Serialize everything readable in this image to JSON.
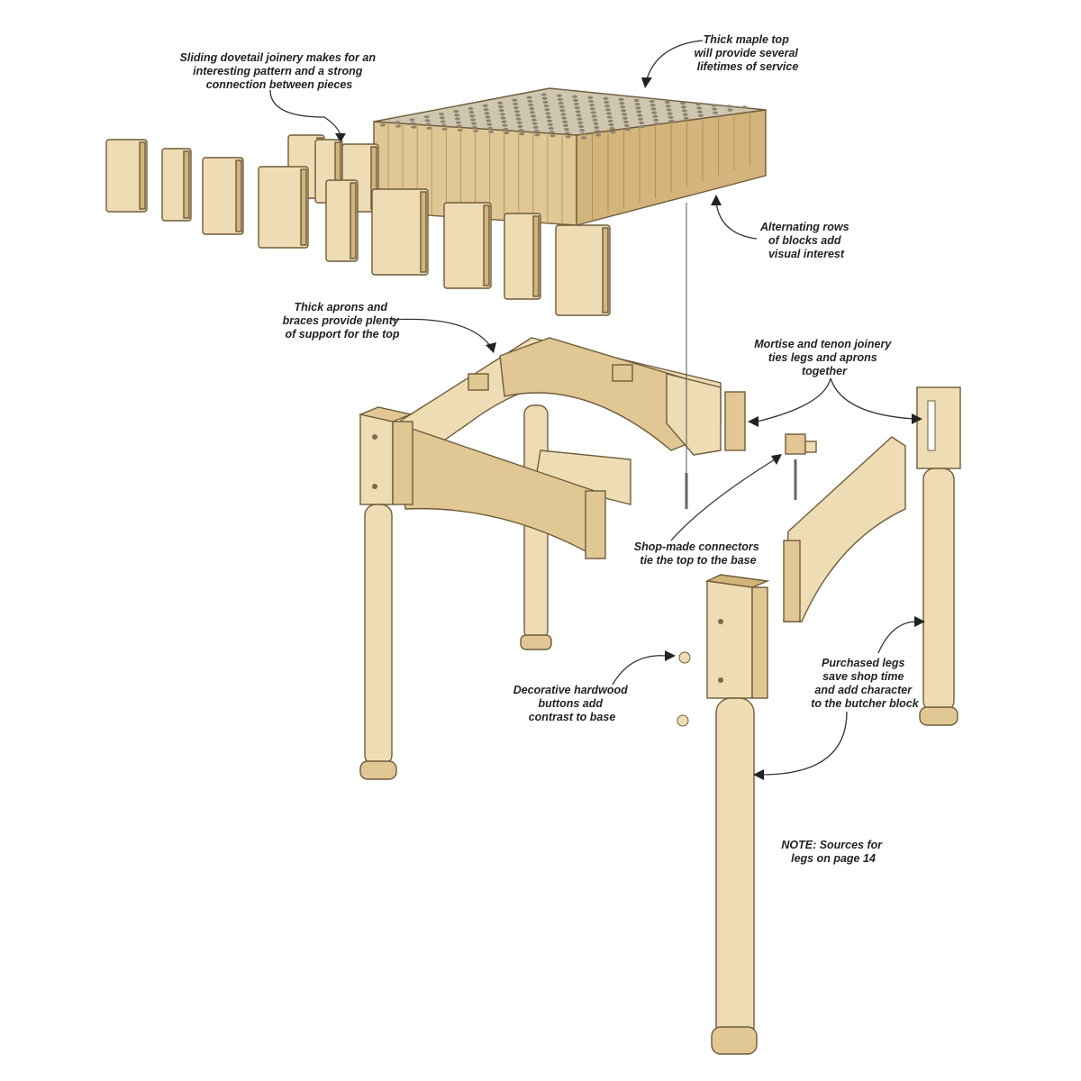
{
  "title": "Butcher block table exploded view",
  "colors": {
    "wood_light": "#EEDDB4",
    "wood_mid": "#E0C794",
    "wood_dark": "#D2B47C",
    "outline": "#6f5c3a"
  },
  "callouts": {
    "dovetail": [
      "Sliding dovetail joinery makes for an",
      "interesting pattern and a strong",
      "connection between pieces"
    ],
    "maple_top": [
      "Thick maple top",
      "will provide several",
      "lifetimes of service"
    ],
    "alternating": [
      "Alternating rows",
      "of blocks add",
      "visual interest"
    ],
    "aprons": [
      "Thick aprons and",
      "braces provide plenty",
      "of support for the top"
    ],
    "mortise": [
      "Mortise and tenon joinery",
      "ties legs and aprons",
      "together"
    ],
    "connectors": [
      "Shop-made connectors",
      "tie the top to the base"
    ],
    "buttons": [
      "Decorative hardwood",
      "buttons add",
      "contrast to base"
    ],
    "legs": [
      "Purchased legs",
      "save shop time",
      "and add character",
      "to the butcher block"
    ],
    "note": [
      "NOTE: Sources for",
      "legs on page 14"
    ]
  }
}
